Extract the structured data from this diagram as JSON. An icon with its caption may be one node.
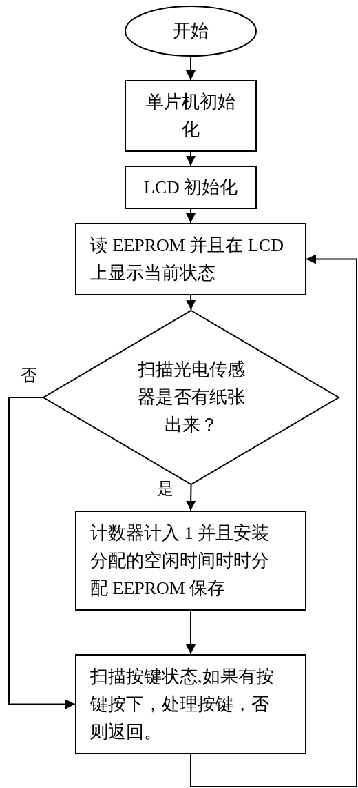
{
  "diagram": {
    "nodes": [
      {
        "text": [
          "开始"
        ]
      },
      {
        "text": [
          "单片机初始化"
        ]
      },
      {
        "text": [
          "LCD 初始化"
        ]
      },
      {
        "text": [
          "读 EEPROM 并且在 LCD 上显示当前状态"
        ]
      },
      {
        "text": [
          "扫描光电传感器是否有纸张出来？"
        ]
      },
      {
        "text": [
          "计数器计入 1 并且安装分配的空闲时间时时分配 EEPROM 保存"
        ]
      },
      {
        "text": [
          "扫描按键状态,如果有按键按下，处理按键，否则返回。"
        ]
      }
    ],
    "edges": [
      {
        "from": 0,
        "to": 1,
        "arrow": "to"
      },
      {
        "from": 1,
        "to": 2,
        "arrow": "to"
      },
      {
        "from": 2,
        "to": 3,
        "arrow": "to"
      },
      {
        "from": 3,
        "to": 4,
        "arrow": "to"
      },
      {
        "from": 4,
        "to": 5,
        "arrow": "to",
        "label": "是"
      },
      {
        "from": 4,
        "to": 6,
        "arrow": "to",
        "label": "否"
      },
      {
        "from": 5,
        "to": 6,
        "arrow": "to"
      },
      {
        "from": 6,
        "to": 3,
        "arrow": "to"
      }
    ]
  }
}
